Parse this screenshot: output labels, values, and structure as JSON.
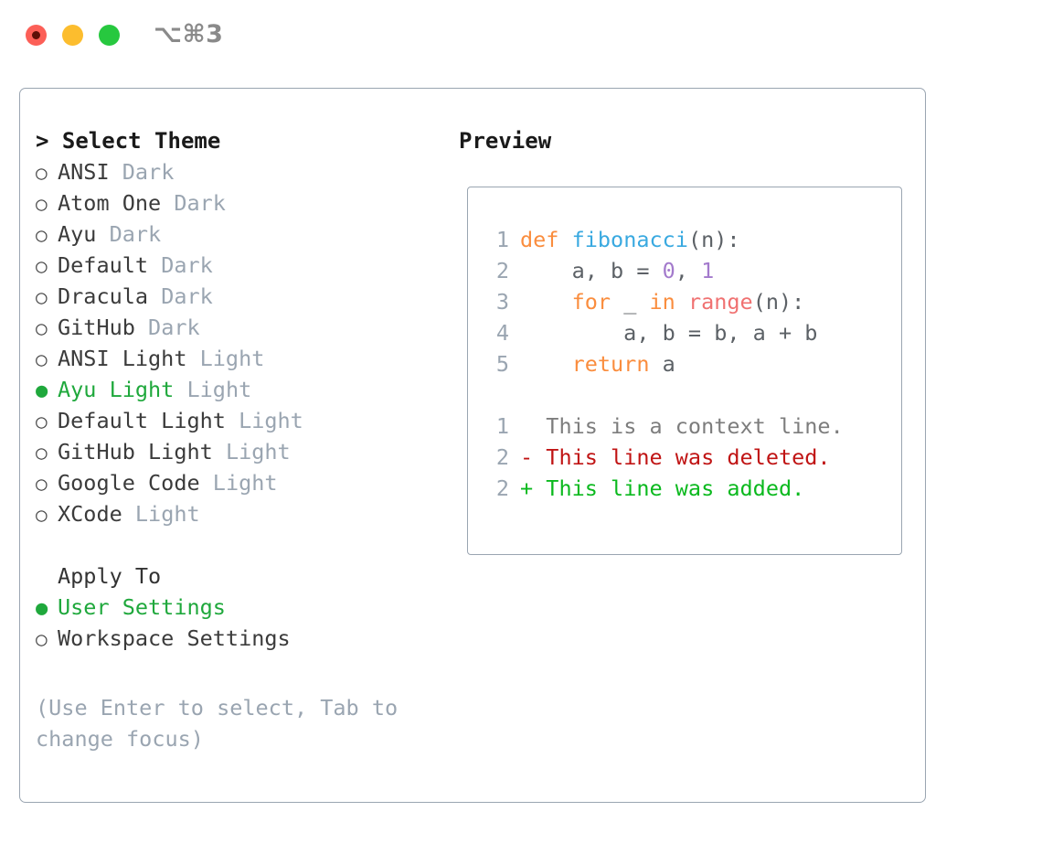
{
  "titlebar": {
    "shortcut": "⌥⌘3",
    "buttons": [
      {
        "name": "close",
        "color": "#fc5f57"
      },
      {
        "name": "minimize",
        "color": "#fcbd2e"
      },
      {
        "name": "maximize",
        "color": "#27c83f"
      }
    ]
  },
  "theme_picker": {
    "heading": "> Select Theme",
    "selected_bullet": "●",
    "unselected_bullet": "○",
    "items": [
      {
        "bullet": "○",
        "name": "ANSI",
        "variant": "Dark",
        "selected": false
      },
      {
        "bullet": "○",
        "name": "Atom One",
        "variant": "Dark",
        "selected": false
      },
      {
        "bullet": "○",
        "name": "Ayu",
        "variant": "Dark",
        "selected": false
      },
      {
        "bullet": "○",
        "name": "Default",
        "variant": "Dark",
        "selected": false
      },
      {
        "bullet": "○",
        "name": "Dracula",
        "variant": "Dark",
        "selected": false
      },
      {
        "bullet": "○",
        "name": "GitHub",
        "variant": "Dark",
        "selected": false
      },
      {
        "bullet": "○",
        "name": "ANSI Light",
        "variant": "Light",
        "selected": false
      },
      {
        "bullet": "●",
        "name": "Ayu Light",
        "variant": "Light",
        "selected": true
      },
      {
        "bullet": "○",
        "name": "Default Light",
        "variant": "Light",
        "selected": false
      },
      {
        "bullet": "○",
        "name": "GitHub Light",
        "variant": "Light",
        "selected": false
      },
      {
        "bullet": "○",
        "name": "Google Code",
        "variant": "Light",
        "selected": false
      },
      {
        "bullet": "○",
        "name": "XCode",
        "variant": "Light",
        "selected": false
      }
    ]
  },
  "apply_to": {
    "heading": "Apply To",
    "items": [
      {
        "bullet": "●",
        "label": "User Settings",
        "selected": true
      },
      {
        "bullet": "○",
        "label": "Workspace Settings",
        "selected": false
      }
    ]
  },
  "hint": "(Use Enter to select, Tab to change focus)",
  "preview": {
    "heading": "Preview",
    "code_lines": [
      {
        "num": "1",
        "tokens": [
          {
            "t": "def",
            "c": "kw"
          },
          {
            "t": " ",
            "c": "pl"
          },
          {
            "t": "fibonacci",
            "c": "fn"
          },
          {
            "t": "(n):",
            "c": "pl"
          }
        ]
      },
      {
        "num": "2",
        "tokens": [
          {
            "t": "    a, b = ",
            "c": "pl"
          },
          {
            "t": "0",
            "c": "num"
          },
          {
            "t": ", ",
            "c": "pl"
          },
          {
            "t": "1",
            "c": "num"
          }
        ]
      },
      {
        "num": "3",
        "tokens": [
          {
            "t": "    ",
            "c": "pl"
          },
          {
            "t": "for",
            "c": "kw"
          },
          {
            "t": " _ ",
            "c": "pl"
          },
          {
            "t": "in",
            "c": "kw"
          },
          {
            "t": " ",
            "c": "pl"
          },
          {
            "t": "range",
            "c": "bi"
          },
          {
            "t": "(n):",
            "c": "pl"
          }
        ]
      },
      {
        "num": "4",
        "tokens": [
          {
            "t": "        a, b = b, a + b",
            "c": "pl"
          }
        ]
      },
      {
        "num": "5",
        "tokens": [
          {
            "t": "    ",
            "c": "pl"
          },
          {
            "t": "return",
            "c": "kw"
          },
          {
            "t": " a",
            "c": "pl"
          }
        ]
      }
    ],
    "diff_lines": [
      {
        "num": "1",
        "marker": " ",
        "text": " This is a context line.",
        "kind": "ctx"
      },
      {
        "num": "2",
        "marker": "-",
        "text": " This line was deleted.",
        "kind": "del"
      },
      {
        "num": "2",
        "marker": "+",
        "text": " This line was added.",
        "kind": "add"
      }
    ]
  },
  "colors": {
    "accent_green": "#1fa83c",
    "muted": "#9aa5b1",
    "keyword": "#fa8d3e",
    "function": "#39a9e0",
    "number": "#a37acc",
    "builtin": "#f07171",
    "diff_deleted": "#c01414",
    "diff_added": "#0bb91e"
  }
}
